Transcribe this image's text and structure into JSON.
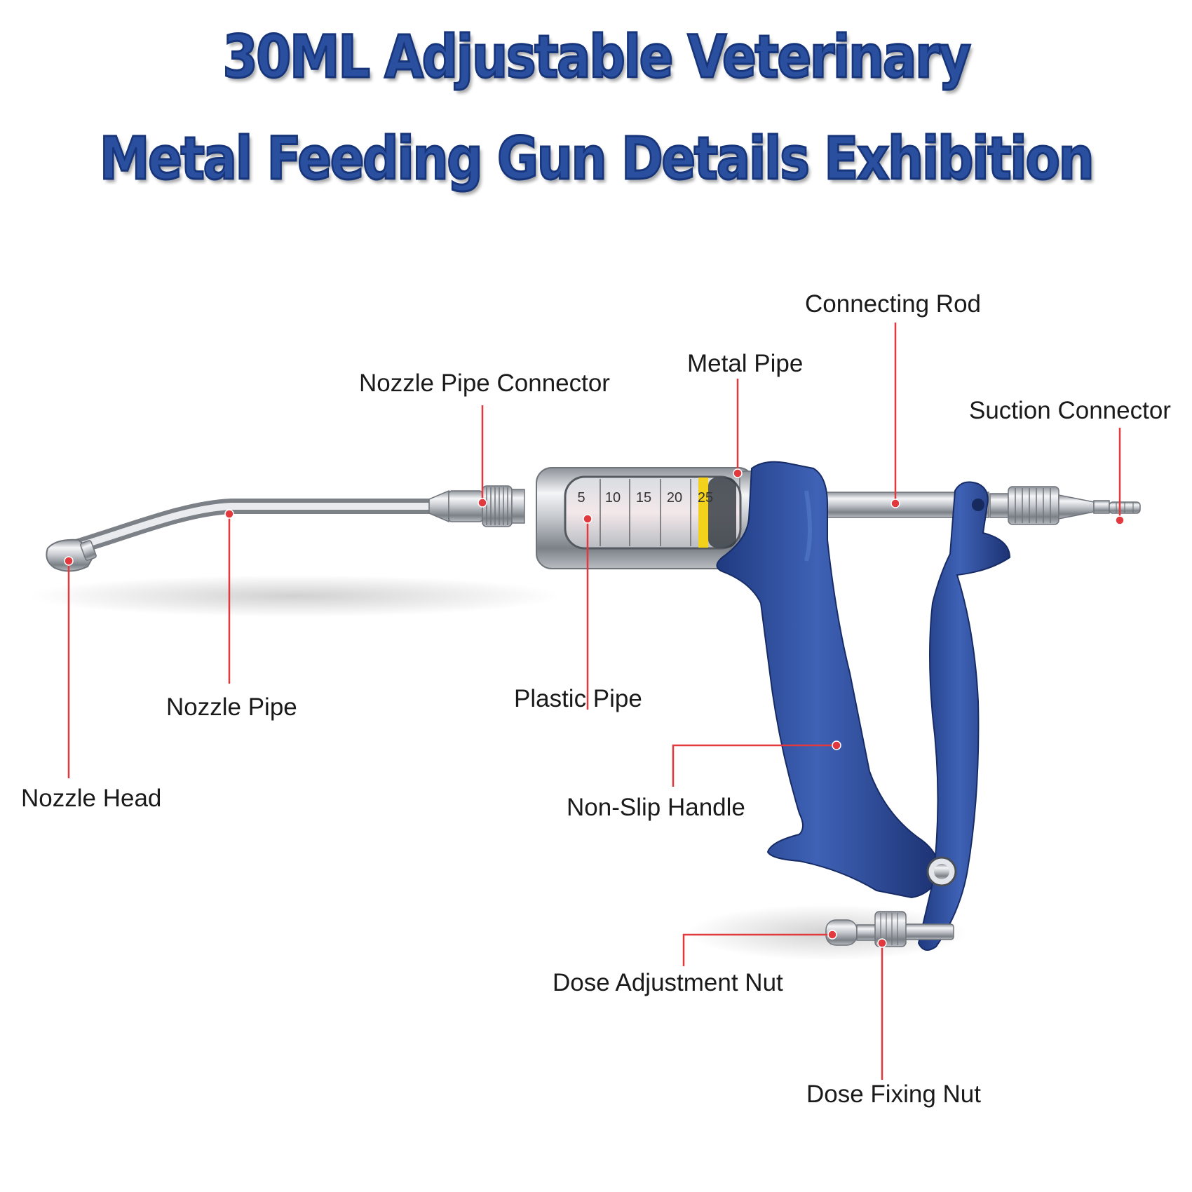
{
  "title": {
    "line1": "30ML Adjustable Veterinary",
    "line2": "Metal Feeding Gun Details Exhibition"
  },
  "colors": {
    "title": "#2a4f9e",
    "callout_line": "#e2393f",
    "handle": "#2f4c9a",
    "metal": "#c9ccd1",
    "yellow_band": "#f2d21b"
  },
  "scale_ticks": [
    "5",
    "10",
    "15",
    "20",
    "25"
  ],
  "labels": {
    "connecting_rod": "Connecting Rod",
    "metal_pipe": "Metal Pipe",
    "nozzle_pipe_connector": "Nozzle Pipe Connector",
    "suction_connector": "Suction Connector",
    "nozzle_pipe": "Nozzle Pipe",
    "plastic_pipe": "Plastic Pipe",
    "nozzle_head": "Nozzle Head",
    "non_slip_handle": "Non-Slip Handle",
    "dose_adjustment_nut": "Dose Adjustment Nut",
    "dose_fixing_nut": "Dose Fixing Nut"
  }
}
